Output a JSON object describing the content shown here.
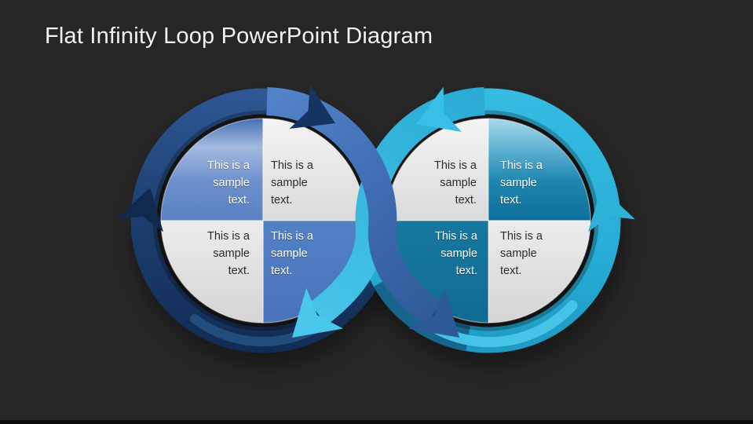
{
  "slide": {
    "title": "Flat Infinity Loop PowerPoint Diagram",
    "background_color": "#262626",
    "sample_text": "This is a sample text."
  },
  "palette": {
    "background": "#262626",
    "title_text": "#f2f2f2",
    "navy_ring": "#1c3e6e",
    "navy_arrowhead": "#122c52",
    "blue_cross_arrow": "#4d7ac0",
    "blue_cross_arrowhead": "#2d5a96",
    "cyan_ring": "#27aed6",
    "cyan_arrowhead": "#3ec3e8",
    "cyan_cross_arrow": "#49c7ea",
    "glossy_blue_quadrant": "#5a80c3",
    "flat_blue_quadrant": "#4f7bc1",
    "glossy_teal_quadrant": "#0e6f9c",
    "flat_teal_quadrant": "#13719c",
    "gray_quadrant": "#e1e1e1",
    "dark_text": "#2b2b2b",
    "light_text": "#ffffff"
  },
  "diagram": {
    "left_loop": {
      "flow": "clockwise",
      "quadrants": [
        {
          "position": "top-left",
          "fill": "glossy-blue",
          "text": "This is a sample text."
        },
        {
          "position": "top-right",
          "fill": "gray",
          "text": "This is a sample text."
        },
        {
          "position": "bottom-left",
          "fill": "gray",
          "text": "This is a sample text."
        },
        {
          "position": "bottom-right",
          "fill": "flat-blue",
          "text": "This is a sample text."
        }
      ]
    },
    "right_loop": {
      "flow": "counterclockwise",
      "quadrants": [
        {
          "position": "top-left",
          "fill": "gray",
          "text": "This is a sample text."
        },
        {
          "position": "top-right",
          "fill": "glossy-teal",
          "text": "This is a sample text."
        },
        {
          "position": "bottom-left",
          "fill": "flat-teal",
          "text": "This is a sample text."
        },
        {
          "position": "bottom-right",
          "fill": "gray",
          "text": "This is a sample text."
        }
      ]
    }
  }
}
